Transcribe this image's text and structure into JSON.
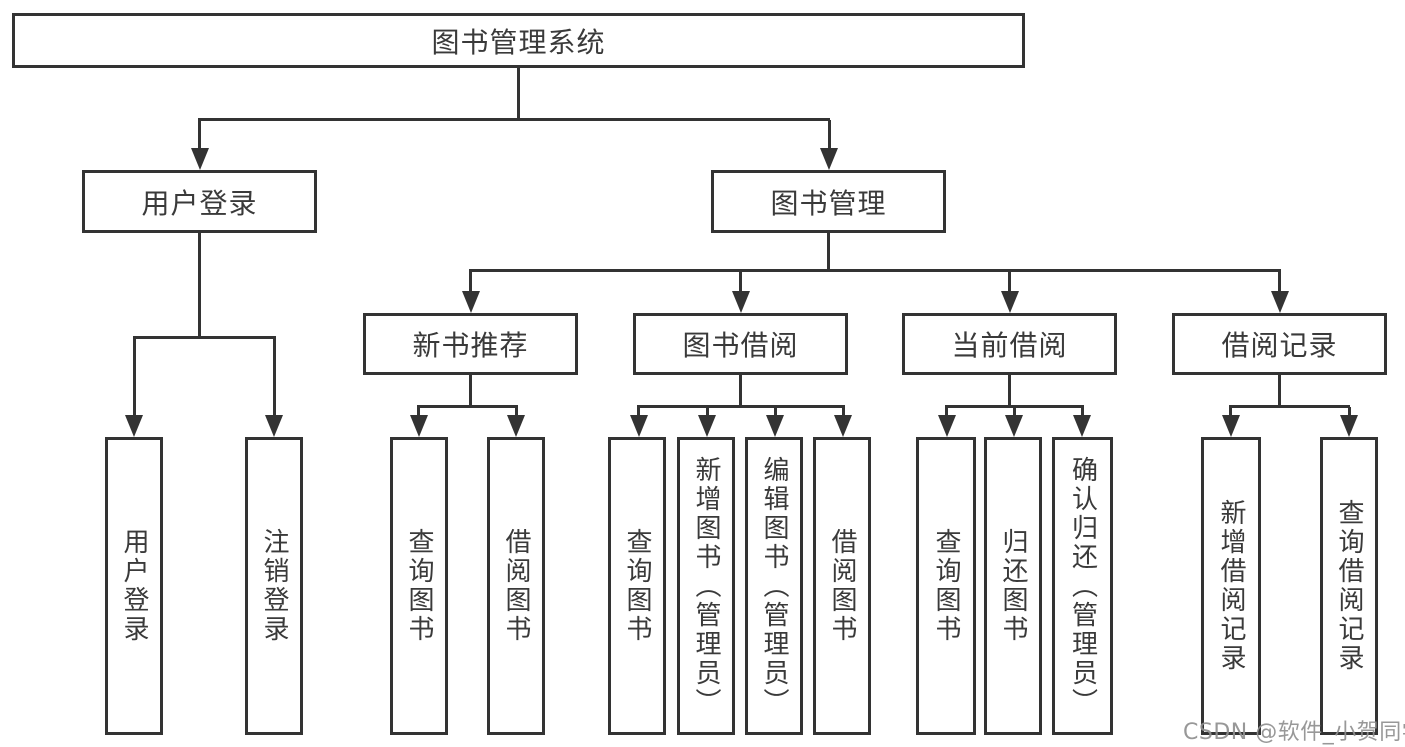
{
  "colors": {
    "background": "#ffffff",
    "box_border": "#333333",
    "box_fill": "#ffffff",
    "connector_line": "#333333",
    "text": "#3a3a3a",
    "watermark_text": "#8f8f8f"
  },
  "tree": {
    "root": {
      "label": "图书管理系统"
    },
    "level2": [
      {
        "label": "用户登录"
      },
      {
        "label": "图书管理"
      }
    ],
    "level3": [
      {
        "label": "新书推荐",
        "parent": "图书管理"
      },
      {
        "label": "图书借阅",
        "parent": "图书管理"
      },
      {
        "label": "当前借阅",
        "parent": "图书管理"
      },
      {
        "label": "借阅记录",
        "parent": "图书管理"
      }
    ],
    "leaves": [
      {
        "label": "用户登录",
        "parent": "用户登录"
      },
      {
        "label": "注销登录",
        "parent": "用户登录"
      },
      {
        "label": "查询图书",
        "parent": "新书推荐"
      },
      {
        "label": "借阅图书",
        "parent": "新书推荐"
      },
      {
        "label": "查询图书",
        "parent": "图书借阅"
      },
      {
        "label": "新增图书（管理员）",
        "parent": "图书借阅"
      },
      {
        "label": "编辑图书（管理员）",
        "parent": "图书借阅"
      },
      {
        "label": "借阅图书",
        "parent": "图书借阅"
      },
      {
        "label": "查询图书",
        "parent": "当前借阅"
      },
      {
        "label": "归还图书",
        "parent": "当前借阅"
      },
      {
        "label": "确认归还（管理员）",
        "parent": "当前借阅"
      },
      {
        "label": "新增借阅记录",
        "parent": "借阅记录"
      },
      {
        "label": "查询借阅记录",
        "parent": "借阅记录"
      }
    ]
  },
  "watermark": {
    "text": "CSDN @软件_小贺同学"
  }
}
